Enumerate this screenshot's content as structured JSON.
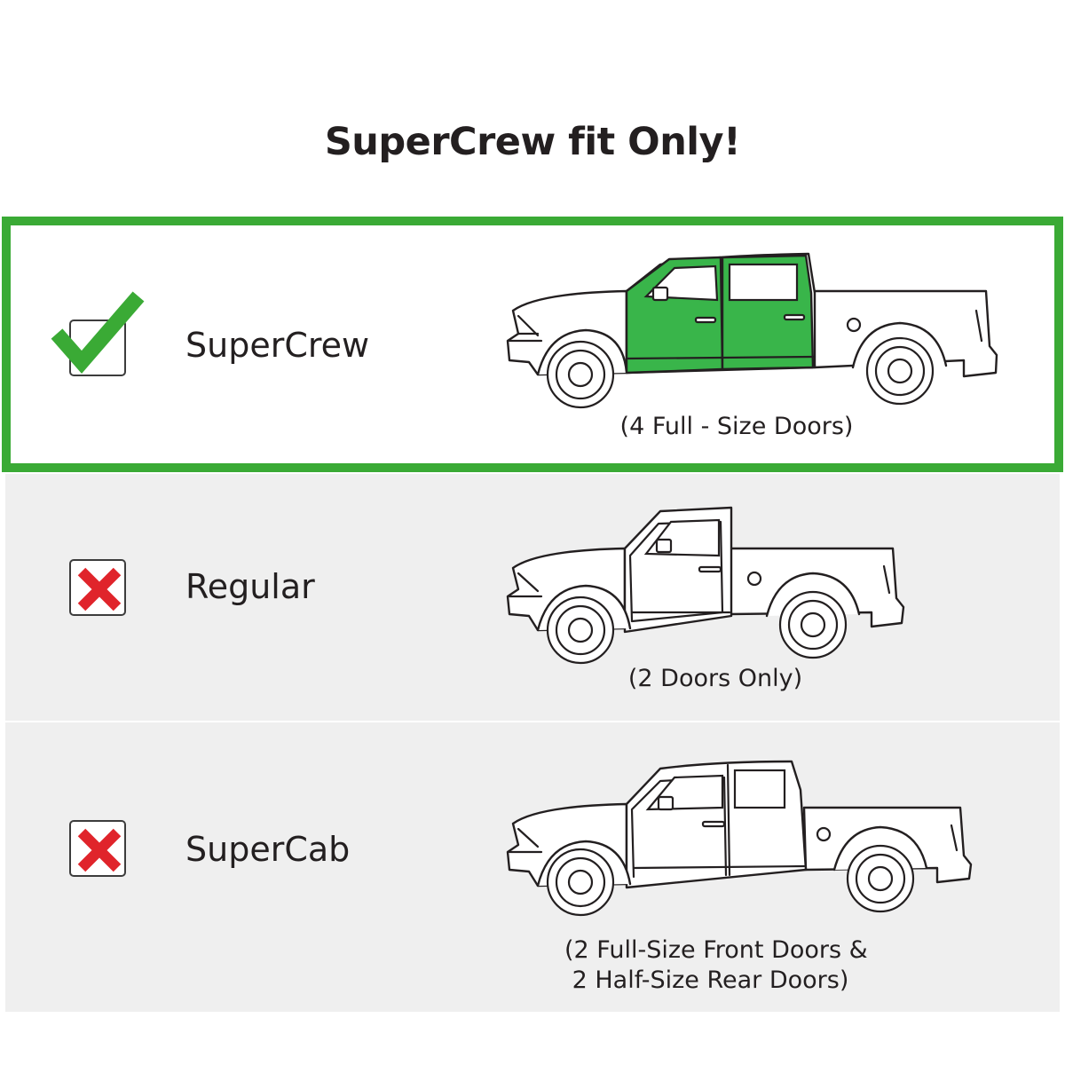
{
  "title": "SuperCrew fit Only!",
  "accent_color": "#3aaa35",
  "door_highlight_color": "#39b54a",
  "cross_color": "#e0242b",
  "rows": [
    {
      "label": "SuperCrew",
      "status": "fits",
      "icon": "green-check-icon",
      "caption_lines": [
        "(4 Full - Size Doors)"
      ]
    },
    {
      "label": "Regular",
      "status": "does-not-fit",
      "icon": "red-x-icon",
      "caption_lines": [
        "(2 Doors Only)"
      ]
    },
    {
      "label": "SuperCab",
      "status": "does-not-fit",
      "icon": "red-x-icon",
      "caption_lines": [
        "(2 Full-Size Front Doors &",
        " 2 Half-Size Rear Doors)"
      ]
    }
  ]
}
